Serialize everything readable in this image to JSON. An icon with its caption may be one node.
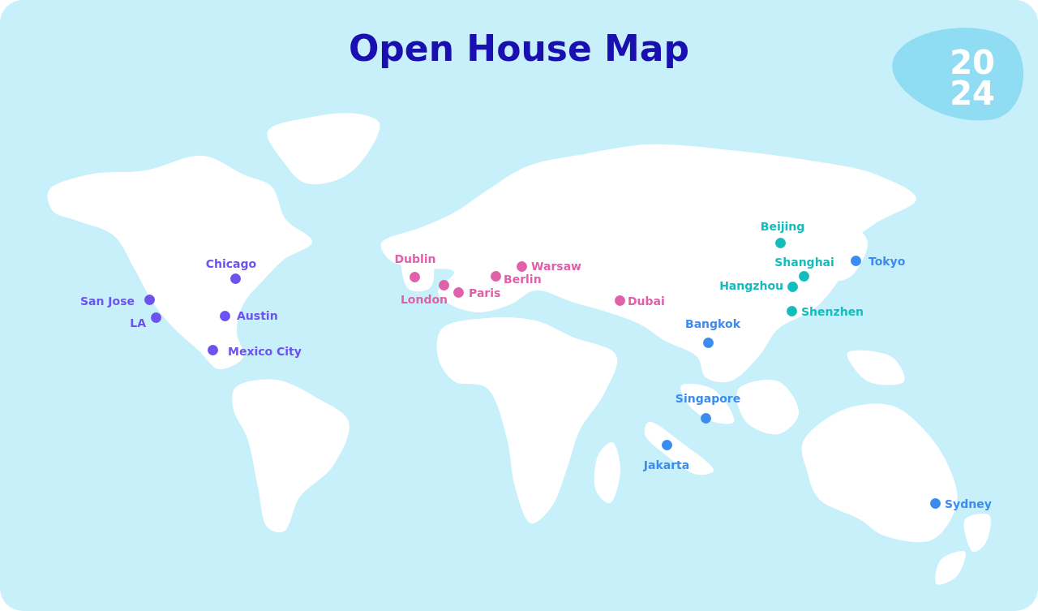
{
  "diagram": {
    "title": "Open House Map",
    "nodes": [
      {
        "text": [],
        "shape": "circle",
        "beside": [
          "San Jose"
        ]
      },
      {
        "text": [],
        "shape": "circle",
        "beside": [
          "LA"
        ]
      },
      {
        "text": [],
        "shape": "circle",
        "beside": [
          "Chicago"
        ]
      },
      {
        "text": [],
        "shape": "circle",
        "beside": [
          "Austin"
        ]
      },
      {
        "text": [],
        "shape": "circle",
        "beside": [
          "Mexico City"
        ]
      },
      {
        "text": [],
        "shape": "circle",
        "beside": [
          "Dublin"
        ]
      },
      {
        "text": [],
        "shape": "circle",
        "beside": [
          "London"
        ]
      },
      {
        "text": [],
        "shape": "circle",
        "beside": [
          "Paris"
        ]
      },
      {
        "text": [],
        "shape": "circle",
        "beside": [
          "Berlin"
        ]
      },
      {
        "text": [],
        "shape": "circle",
        "beside": [
          "Warsaw"
        ]
      },
      {
        "text": [],
        "shape": "circle",
        "beside": [
          "Dubai"
        ]
      },
      {
        "text": [],
        "shape": "circle",
        "beside": [
          "Beijing"
        ]
      },
      {
        "text": [],
        "shape": "circle",
        "beside": [
          "Shanghai"
        ]
      },
      {
        "text": [],
        "shape": "circle",
        "beside": [
          "Hangzhou"
        ]
      },
      {
        "text": [],
        "shape": "circle",
        "beside": [
          "Shenzhen"
        ]
      },
      {
        "text": [],
        "shape": "circle",
        "beside": [
          "Tokyo"
        ]
      },
      {
        "text": [],
        "shape": "circle",
        "beside": [
          "Bangkok"
        ]
      },
      {
        "text": [],
        "shape": "circle",
        "beside": [
          "Singapore"
        ]
      },
      {
        "text": [],
        "shape": "circle",
        "beside": [
          "Jakarta"
        ]
      },
      {
        "text": [],
        "shape": "circle",
        "beside": [
          "Sydney"
        ]
      }
    ],
    "labels": [
      "2024"
    ]
  }
}
